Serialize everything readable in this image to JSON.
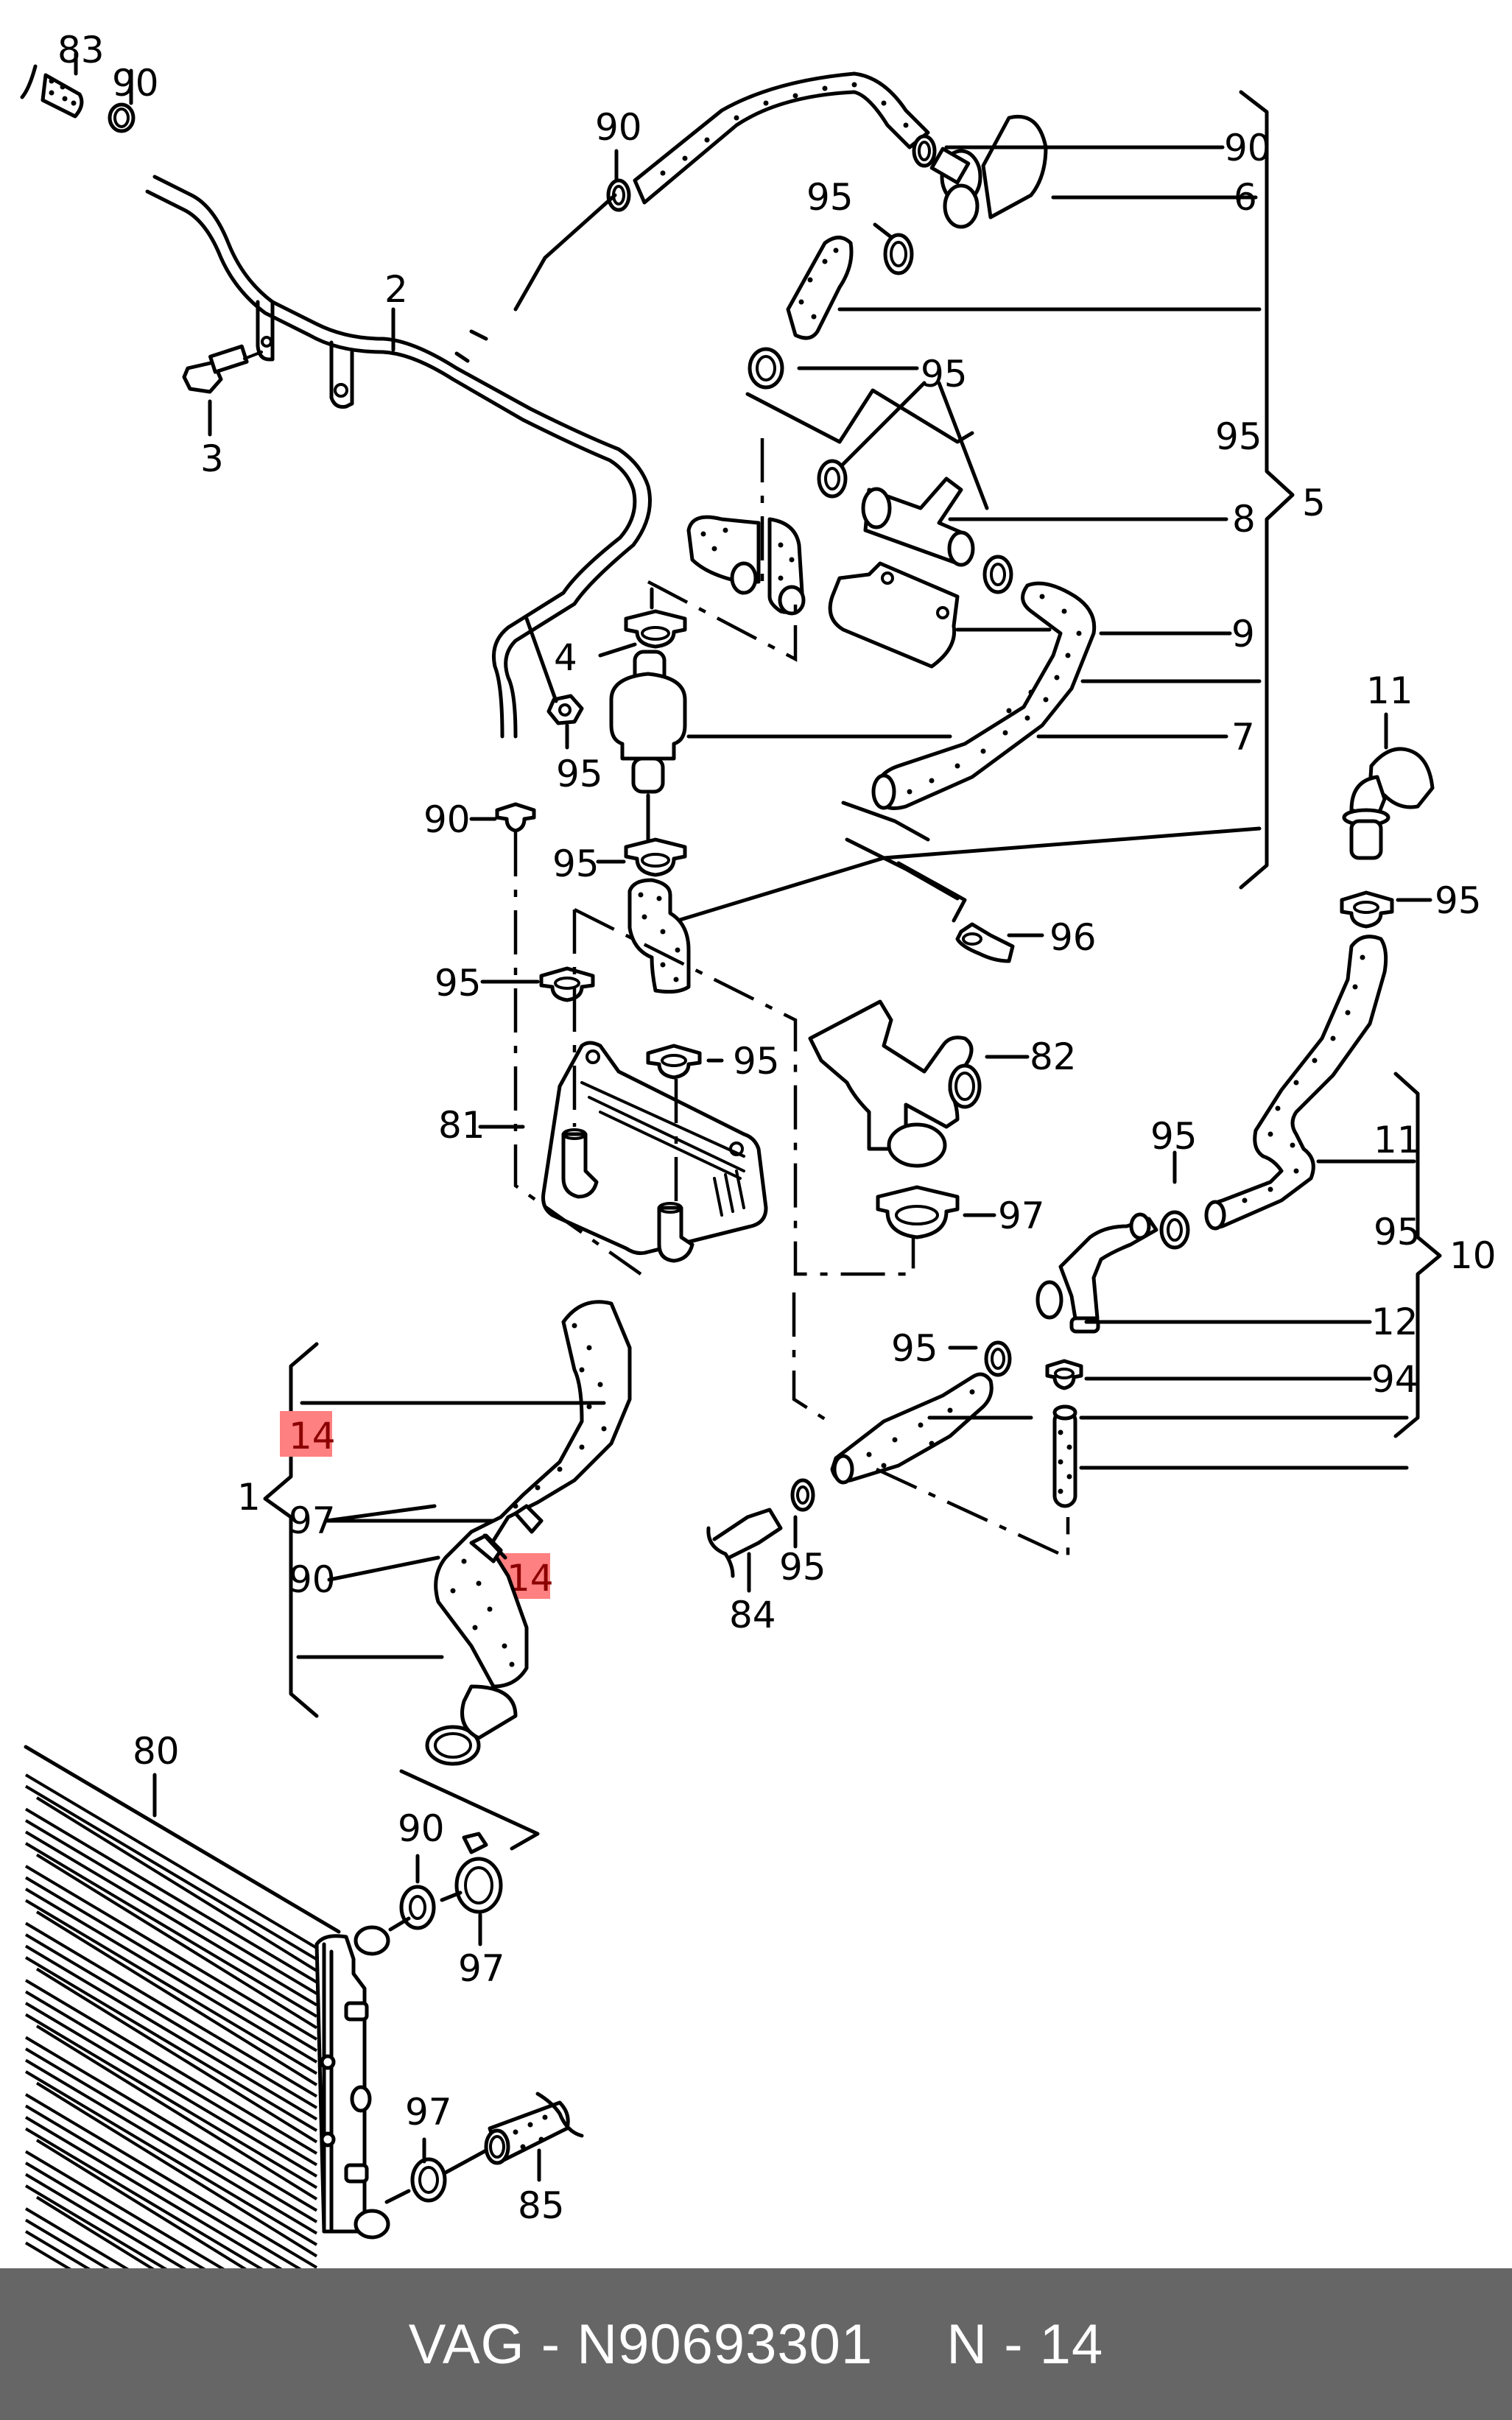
{
  "diagram": {
    "title": "VAG coolant hose / oil cooler exploded parts diagram",
    "callouts": [
      {
        "id": "c83",
        "label": "83"
      },
      {
        "id": "c90a",
        "label": "90"
      },
      {
        "id": "c2",
        "label": "2"
      },
      {
        "id": "c3",
        "label": "3"
      },
      {
        "id": "c90b",
        "label": "90"
      },
      {
        "id": "c90c",
        "label": "90"
      },
      {
        "id": "c6",
        "label": "6"
      },
      {
        "id": "c95a",
        "label": "95"
      },
      {
        "id": "c95b",
        "label": "95"
      },
      {
        "id": "c95c",
        "label": "95"
      },
      {
        "id": "c5",
        "label": "5"
      },
      {
        "id": "c8",
        "label": "8"
      },
      {
        "id": "c9",
        "label": "9"
      },
      {
        "id": "c7",
        "label": "7"
      },
      {
        "id": "c95d",
        "label": "95"
      },
      {
        "id": "c4",
        "label": "4"
      },
      {
        "id": "c90d",
        "label": "90"
      },
      {
        "id": "c95e",
        "label": "95"
      },
      {
        "id": "c95f",
        "label": "95"
      },
      {
        "id": "c95g",
        "label": "95"
      },
      {
        "id": "c81",
        "label": "81"
      },
      {
        "id": "c96",
        "label": "96"
      },
      {
        "id": "c82",
        "label": "82"
      },
      {
        "id": "c97a",
        "label": "97"
      },
      {
        "id": "c11a",
        "label": "11"
      },
      {
        "id": "c95h",
        "label": "95"
      },
      {
        "id": "c11b",
        "label": "11"
      },
      {
        "id": "c95i",
        "label": "95"
      },
      {
        "id": "c95j",
        "label": "95"
      },
      {
        "id": "c10",
        "label": "10"
      },
      {
        "id": "c12",
        "label": "12"
      },
      {
        "id": "c95k",
        "label": "95"
      },
      {
        "id": "c94",
        "label": "94"
      },
      {
        "id": "c95l",
        "label": "95"
      },
      {
        "id": "c84",
        "label": "84"
      },
      {
        "id": "c1",
        "label": "1"
      },
      {
        "id": "c97b",
        "label": "97"
      },
      {
        "id": "c90e",
        "label": "90"
      },
      {
        "id": "c80",
        "label": "80"
      },
      {
        "id": "c90f",
        "label": "90"
      },
      {
        "id": "c97c",
        "label": "97"
      },
      {
        "id": "c97d",
        "label": "97"
      },
      {
        "id": "c85",
        "label": "85"
      }
    ],
    "highlighted": [
      {
        "id": "h1",
        "label": "14"
      },
      {
        "id": "h2",
        "label": "14"
      }
    ],
    "highlight_color": "#ff8080",
    "highlight_text_color": "#8b0000"
  },
  "footer": {
    "brand": "VAG",
    "separator": "-",
    "part_number": "N90693301",
    "position_prefix": "N",
    "position_separator": "-",
    "position_number": "14",
    "background_color": "#666666"
  }
}
